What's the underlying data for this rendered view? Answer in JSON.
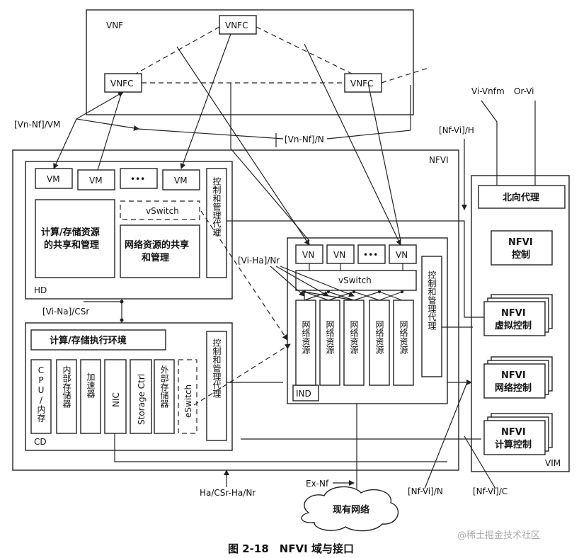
{
  "vnf": {
    "label": "VNF",
    "vnfc_top": "VNFC",
    "vnfc_left": "VNFC",
    "vnfc_right": "VNFC"
  },
  "labels": {
    "vn_nf_vm": "[Vn-Nf]/VM",
    "vn_nf_n": "[Vn-Nf]/N",
    "nf_vi_h": "[Nf-Vi]/H",
    "vi_vnfm": "Vi-Vnfm",
    "or_vi": "Or-Vi",
    "vi_ha_nr": "[Vi-Ha]/Nr",
    "vi_na_csr": "[Vi-Na]/CSr",
    "ha_csr_ha_nr": "Ha/CSr-Ha/Nr",
    "ex_nf": "Ex-Nf",
    "nf_vi_n": "[Nf-Vi]/N",
    "nf_vi_c": "[Nf-Vi]/C"
  },
  "nfvi": {
    "label": "NFVI"
  },
  "hd": {
    "label": "HD",
    "vms": [
      "VM",
      "VM",
      "•••",
      "VM"
    ],
    "vswitch": "vSwitch",
    "compute_share": "计算/存储资源的共享和管理",
    "network_share": "网络资源的共享和管理",
    "agent": "控制和管理代理"
  },
  "cd": {
    "label": "CD",
    "exec_env": "计算/存储执行环境",
    "components": [
      "CPU/内存",
      "内部存储器",
      "加速器",
      "NIC",
      "Storage Ctrl",
      "外部存储器",
      "eSwitch"
    ],
    "agent": "控制和管理代理"
  },
  "ind": {
    "label": "IND",
    "vns": [
      "VN",
      "VN",
      "•••",
      "VN"
    ],
    "vswitch": "vSwitch",
    "resources": [
      "网络资源",
      "网络资源",
      "网络资源",
      "网络资源",
      "网络资源"
    ],
    "agent": "控制和管理代理"
  },
  "vim": {
    "label": "VIM",
    "north": "北向代理",
    "control": "NFVI控制",
    "virt": "NFVI虚拟控制",
    "net": "NFVI网络控制",
    "comp": "NFVI计算控制"
  },
  "cloud": "现有网络",
  "caption": "图 2-18　NFVI 域与接口",
  "watermark": "@稀土掘金技术社区"
}
